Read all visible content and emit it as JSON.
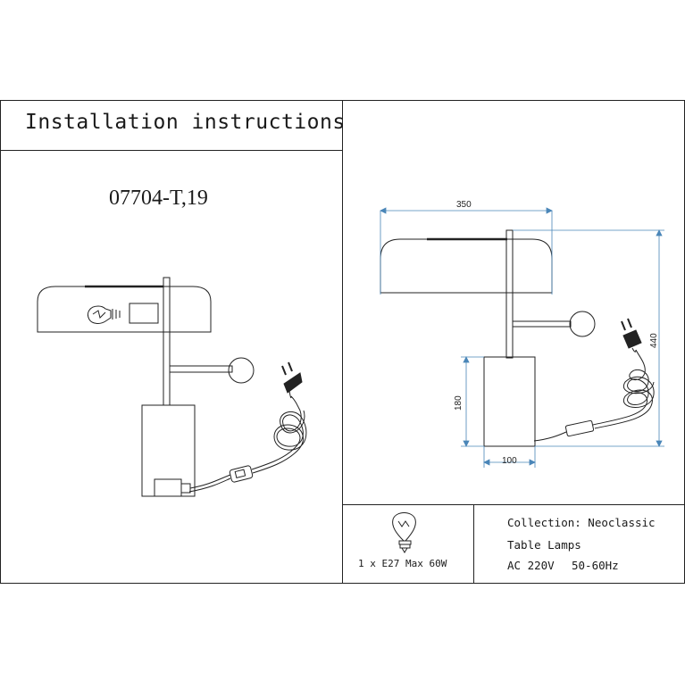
{
  "header": {
    "title": "Installation instructions"
  },
  "model": {
    "code": "07704-T,19"
  },
  "dimensions": {
    "width_top": "350",
    "height_total": "440",
    "base_height": "180",
    "base_width": "100"
  },
  "bulb": {
    "spec": "1 x E27 Max 60W",
    "icon": "light-bulb-icon"
  },
  "specs": {
    "collection": "Collection: Neoclassic",
    "category": "Table Lamps",
    "voltage": "AC 220V",
    "frequency": "50-60Hz"
  },
  "colors": {
    "line": "#222222",
    "dimension": "#4a86b8"
  }
}
